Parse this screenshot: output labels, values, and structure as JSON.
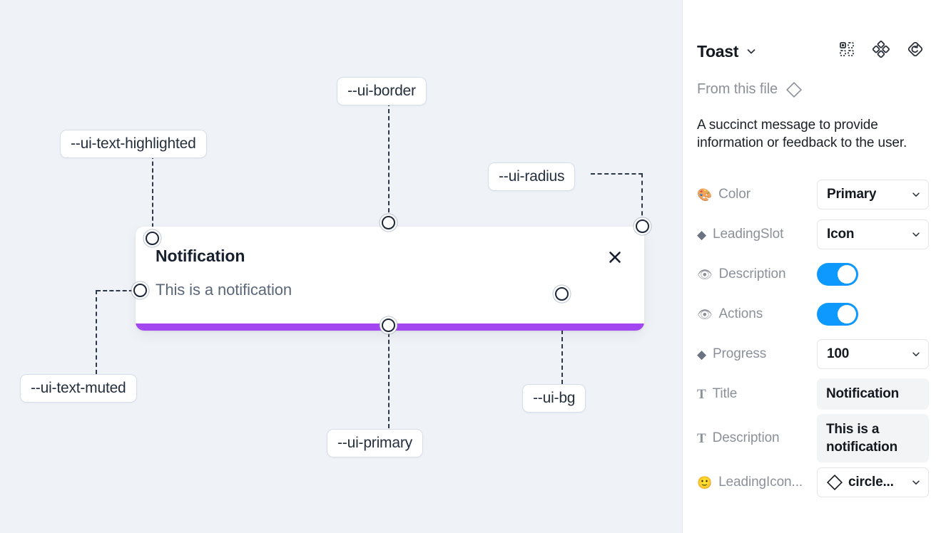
{
  "canvas": {
    "component": {
      "title": "Notification",
      "description": "This is a notification",
      "close_icon": "close-icon",
      "progress_color": "#a347f0",
      "background": "#ffffff"
    },
    "annotations": [
      {
        "id": "ui-text-highlighted",
        "label": "--ui-text-highlighted"
      },
      {
        "id": "ui-border",
        "label": "--ui-border"
      },
      {
        "id": "ui-radius",
        "label": "--ui-radius"
      },
      {
        "id": "ui-text-muted",
        "label": "--ui-text-muted"
      },
      {
        "id": "ui-primary",
        "label": "--ui-primary"
      },
      {
        "id": "ui-bg",
        "label": "--ui-bg"
      }
    ],
    "background": "#eff2f7"
  },
  "panel": {
    "title": "Toast",
    "title_caret": "chevron-down-icon",
    "header_icons": [
      {
        "name": "component-set-icon"
      },
      {
        "name": "variants-icon"
      },
      {
        "name": "reset-instance-icon"
      }
    ],
    "from_file_label": "From this file",
    "from_file_icon": "diamond-icon",
    "description": "A succinct message to provide information or feedback to the user.",
    "properties": [
      {
        "icon": "palette-emoji",
        "icon_glyph": "🎨",
        "label": "Color",
        "control": "select",
        "value": "Primary"
      },
      {
        "icon": "diamond-icon",
        "icon_glyph": "◆",
        "label": "LeadingSlot",
        "control": "select",
        "value": "Icon"
      },
      {
        "icon": "eye-emoji",
        "icon_glyph": "👁",
        "label": "Description",
        "control": "toggle",
        "value": "on"
      },
      {
        "icon": "eye-emoji",
        "icon_glyph": "👁",
        "label": "Actions",
        "control": "toggle",
        "value": "on"
      },
      {
        "icon": "diamond-icon",
        "icon_glyph": "◆",
        "label": "Progress",
        "control": "select",
        "value": "100"
      },
      {
        "icon": "text-icon",
        "icon_glyph": "T",
        "label": "Title",
        "control": "text",
        "value": "Notification"
      },
      {
        "icon": "text-icon",
        "icon_glyph": "T",
        "label": "Description",
        "control": "text",
        "value": "This is a notification"
      },
      {
        "icon": "smiley-emoji",
        "icon_glyph": "🙂",
        "label": "LeadingIcon...",
        "control": "icon-select",
        "value": "circle..."
      }
    ],
    "toggle_on_color": "#0d99ff"
  }
}
